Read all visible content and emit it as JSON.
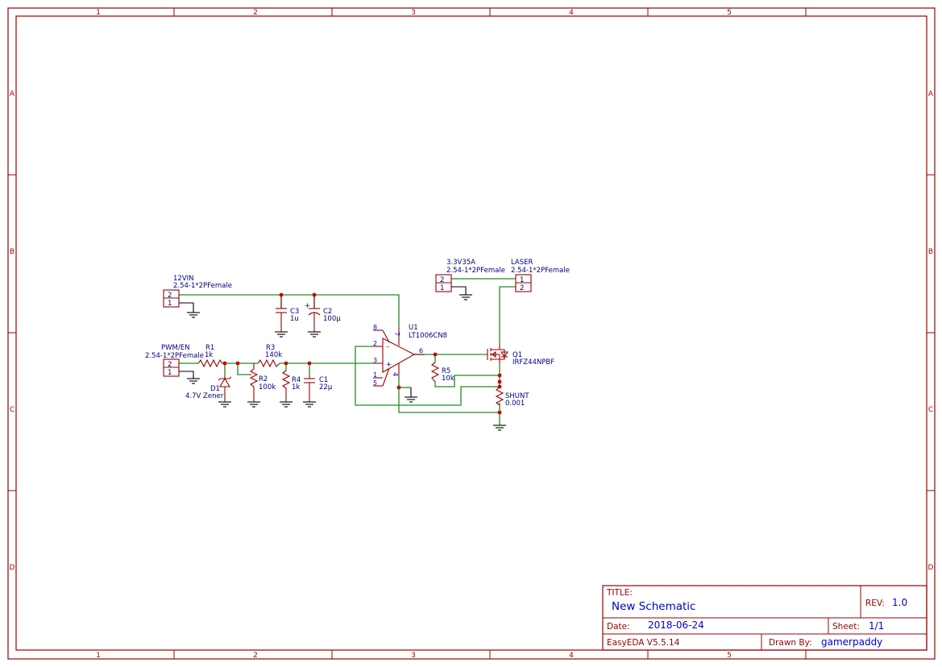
{
  "frame": {
    "columns": [
      "1",
      "2",
      "3",
      "4",
      "5"
    ],
    "rows": [
      "A",
      "B",
      "C",
      "D"
    ]
  },
  "title_block": {
    "title_label": "TITLE:",
    "title": "New Schematic",
    "rev_label": "REV:",
    "rev": "1.0",
    "date_label": "Date:",
    "date": "2018-06-24",
    "sheet_label": "Sheet:",
    "sheet": "1/1",
    "tool": "EasyEDA V5.5.14",
    "drawn_by_label": "Drawn By:",
    "drawn_by": "gamerpaddy"
  },
  "components": {
    "j_12vin": {
      "name": "12VIN",
      "value": "2.54-1*2PFemale",
      "pin_top": "2",
      "pin_bottom": "1"
    },
    "j_pwm": {
      "name": "PWM/EN",
      "value": "2.54-1*2PFemale",
      "pin_top": "2",
      "pin_bottom": "1"
    },
    "j_33v": {
      "name": "3.3V35A",
      "value": "2.54-1*2PFemale",
      "pin_top": "2",
      "pin_bottom": "1"
    },
    "j_laser": {
      "name": "LASER",
      "value": "2.54-1*2PFemale",
      "pin_top": "1",
      "pin_bottom": "2"
    },
    "r1": {
      "ref": "R1",
      "value": "1k"
    },
    "r2": {
      "ref": "R2",
      "value": "100k"
    },
    "r3": {
      "ref": "R3",
      "value": "140k"
    },
    "r4": {
      "ref": "R4",
      "value": "1k"
    },
    "r5": {
      "ref": "R5",
      "value": "10k"
    },
    "c1": {
      "ref": "C1",
      "value": "22µ"
    },
    "c2": {
      "ref": "C2",
      "value": "100µ"
    },
    "c3": {
      "ref": "C3",
      "value": "1u"
    },
    "d1": {
      "ref": "D1",
      "value": "4.7V Zener"
    },
    "q1": {
      "ref": "Q1",
      "value": "IRFZ44NPBF"
    },
    "shunt": {
      "ref": "SHUNT",
      "value": "0.001"
    },
    "u1": {
      "ref": "U1",
      "value": "LT1006CN8",
      "pins": {
        "p8": "8",
        "p2": "2",
        "p3": "3",
        "p1": "1",
        "p5": "5",
        "p6": "6",
        "p7": "7",
        "p4": "4"
      }
    }
  }
}
